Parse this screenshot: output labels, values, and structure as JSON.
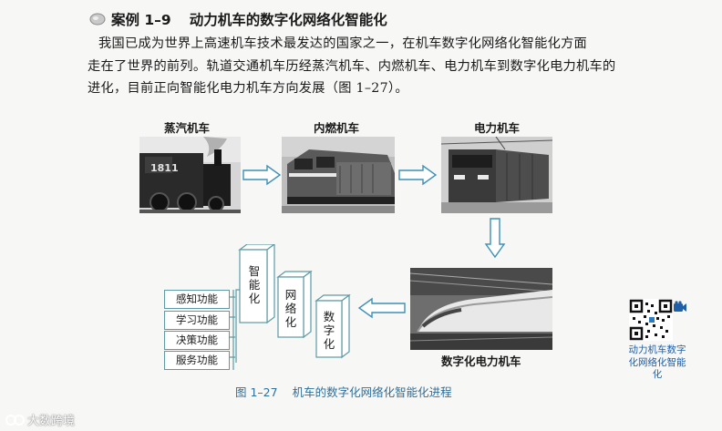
{
  "heading": {
    "case_label": "案例 1–9",
    "title": "动力机车的数字化网络化智能化"
  },
  "paragraph": {
    "line1": "我国已成为世界上高速机车技术最发达的国家之一，在机车数字化网络化智能化方面",
    "line2": "走在了世界的前列。轨道交通机车历经蒸汽机车、内燃机车、电力机车到数字化电力机车的",
    "line3": "进化，目前正向智能化电力机车方向发展（图 1–27）。"
  },
  "figure": {
    "stages": [
      {
        "label": "蒸汽机车"
      },
      {
        "label": "内燃机车"
      },
      {
        "label": "电力机车"
      },
      {
        "label": "数字化电力机车"
      }
    ],
    "blocks": [
      {
        "label": "智能化"
      },
      {
        "label": "网络化"
      },
      {
        "label": "数字化"
      }
    ],
    "functions": [
      "感知功能",
      "学习功能",
      "决策功能",
      "服务功能"
    ],
    "steam_number": "1811",
    "caption_number": "图 1–27",
    "caption_text": "机车的数字化网络化智能化进程"
  },
  "sidebar": {
    "qr_caption": "动力机车数字化网络化智能化"
  },
  "watermark": "大数跨境",
  "colors": {
    "caption_blue": "#2e6f9c",
    "arrow_blue": "#3e8fb7",
    "box_border": "#5d9aa5",
    "qr_caption_blue": "#1f5fa8"
  }
}
